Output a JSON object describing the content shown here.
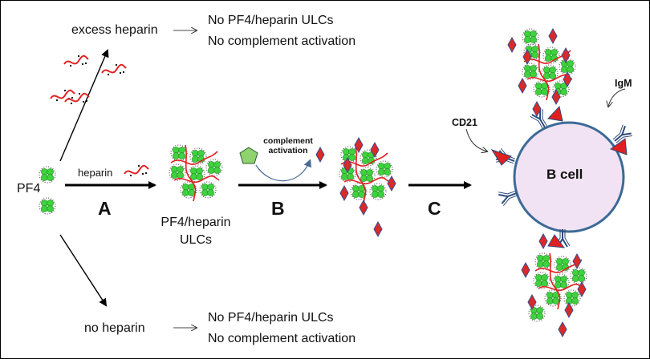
{
  "labels": {
    "pf4": "PF4",
    "heparin": "heparin",
    "excess_heparin": "excess heparin",
    "no_heparin": "no heparin",
    "step_a": "A",
    "step_b": "B",
    "step_c": "C",
    "pf4_heparin_line1": "PF4/heparin",
    "pf4_heparin_line2": "ULCs",
    "complement_line1": "complement",
    "complement_line2": "activation",
    "cd21": "CD21",
    "igm": "IgM",
    "b_cell": "B cell"
  },
  "outcomes": {
    "top": {
      "line1": "No PF4/heparin ULCs",
      "line2": "No complement activation"
    },
    "bottom": {
      "line1": "No PF4/heparin ULCs",
      "line2": "No complement activation"
    }
  },
  "colors": {
    "pf4_green": "#3fd13f",
    "heparin_red": "#e02020",
    "complement_red": "#d92a2a",
    "complement_border": "#3a4a8a",
    "pentagon": "#8fd36f",
    "b_cell_fill": "#f1e2f4",
    "b_cell_stroke": "#3c6a96",
    "receptor": "#2d4a7a"
  },
  "icons": [
    "pf4-tetramer-icon",
    "heparin-chain-icon",
    "complement-fragment-icon",
    "complement-pentagon-icon",
    "receptor-icon"
  ]
}
